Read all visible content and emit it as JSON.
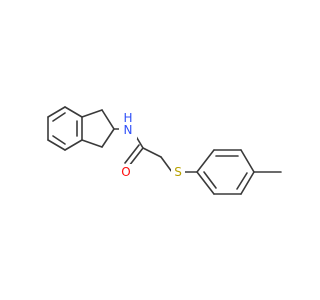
{
  "molecule": {
    "atoms": {
      "nitrogen": {
        "label": "N",
        "hydrogen": "H",
        "color": "#3050f8"
      },
      "oxygen": {
        "label": "O",
        "color": "#ff0d0d"
      },
      "sulfur": {
        "label": "S",
        "color": "#b8a200"
      }
    },
    "bond_color": "#3a3a3a"
  }
}
